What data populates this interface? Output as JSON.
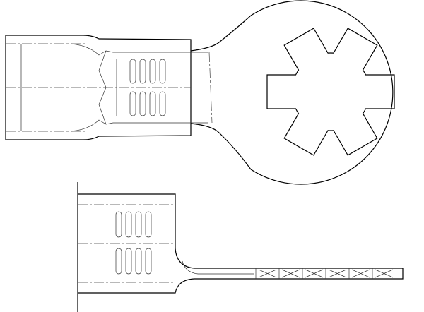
{
  "drawing": {
    "colors": {
      "stroke": "#000000",
      "background": "#ffffff"
    },
    "views": [
      "top-view",
      "side-view"
    ],
    "ring_star_teeth": 6,
    "ribs": 4
  }
}
